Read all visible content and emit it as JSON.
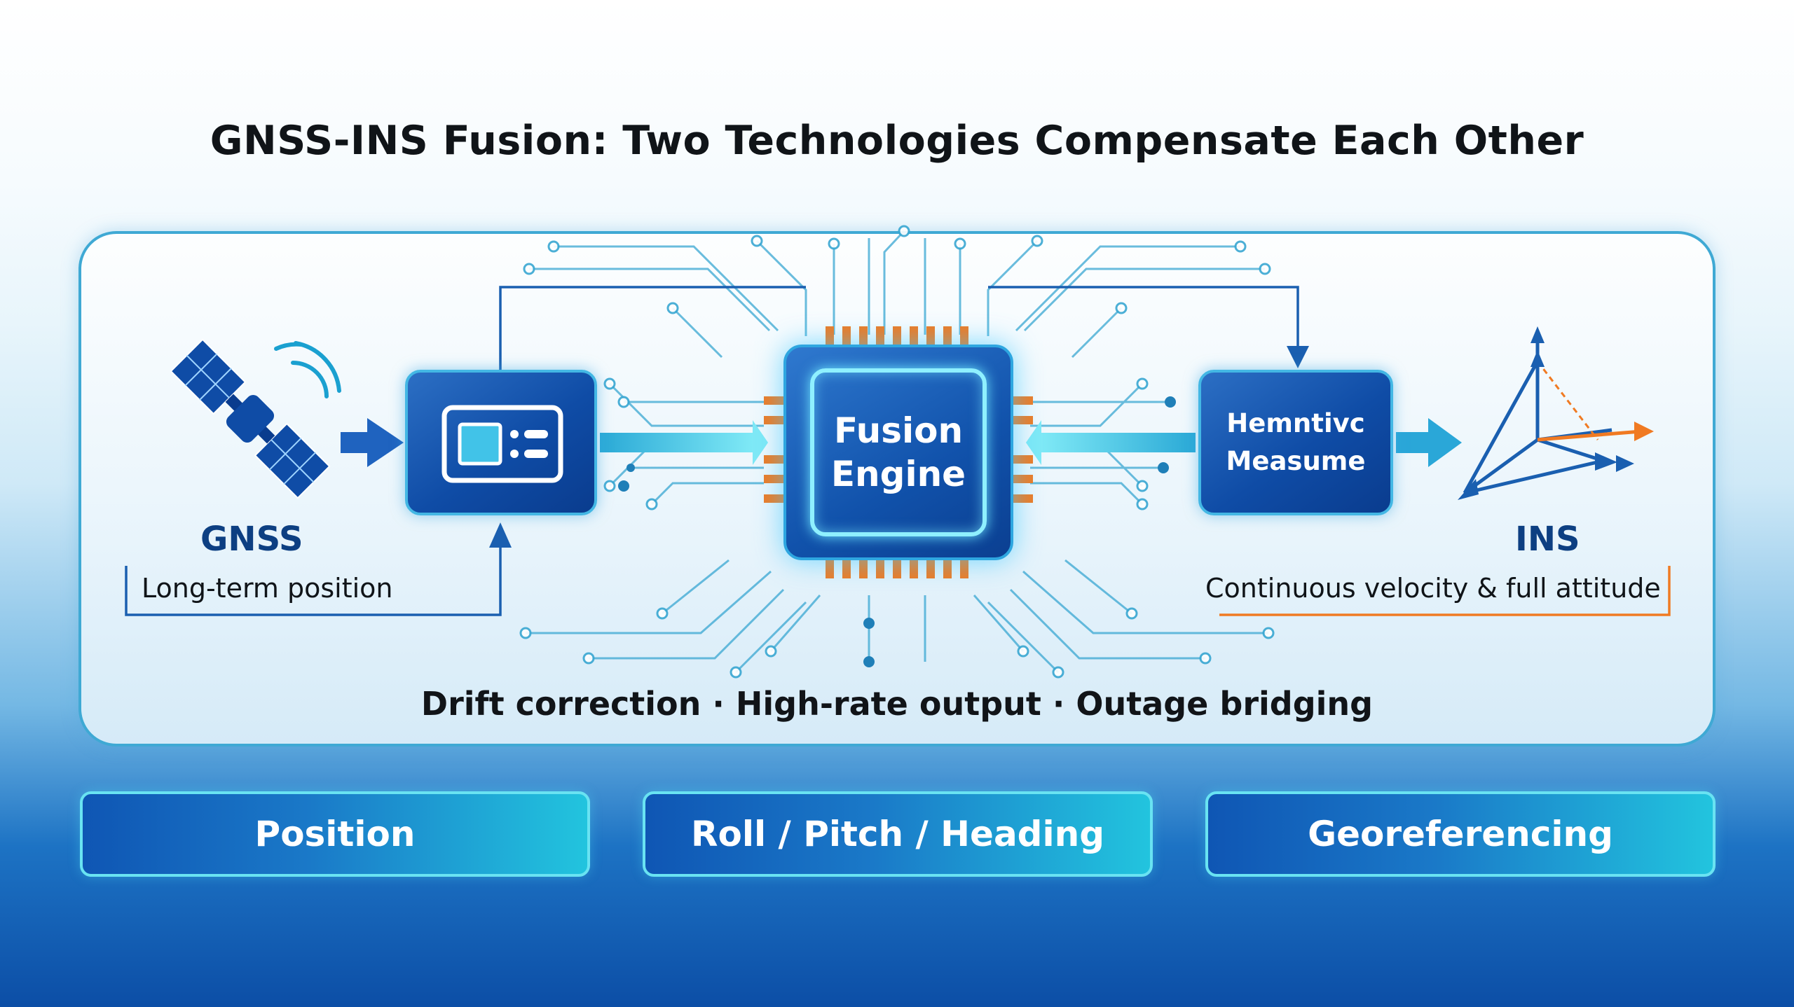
{
  "title": "GNSS-INS Fusion: Two Technologies Compensate Each Other",
  "gnss": {
    "name": "GNSS",
    "note": "Long-term position"
  },
  "ins": {
    "name": "INS",
    "note": "Continuous velocity & full attitude"
  },
  "fusion_engine": {
    "label_line1": "Fusion",
    "label_line2": "Engine"
  },
  "measure_block": {
    "label_line1": "Hemntivc",
    "label_line2": "Measume"
  },
  "benefits": "Drift correction · High-rate output · Outage bridging",
  "outputs": [
    "Position",
    "Roll / Pitch / Heading",
    "Georeferencing"
  ],
  "colors": {
    "primary_blue": "#0f4ca6",
    "accent_cyan": "#2ec6de",
    "accent_orange": "#f07a22",
    "frame": "#3fa9d4"
  },
  "icons": {
    "gnss": "satellite-icon",
    "receiver": "receiver-display-icon",
    "ins": "axes-icon"
  }
}
